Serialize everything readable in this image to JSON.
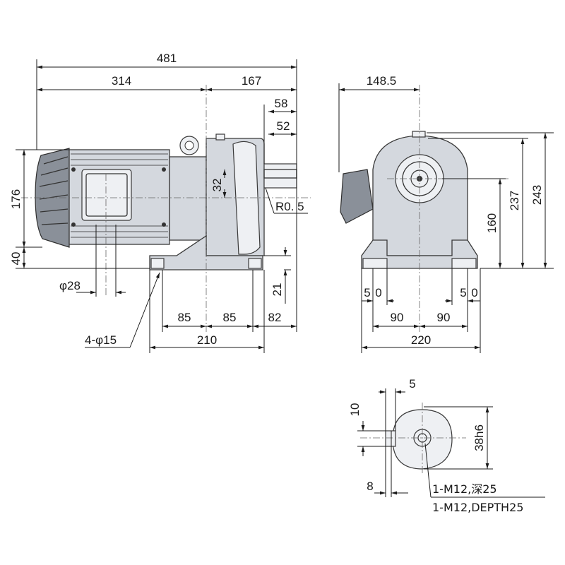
{
  "dimensions": {
    "overall_length": "481",
    "motor_length": "314",
    "gear_length": "167",
    "shaft_extension": "58",
    "key_length": "52",
    "motor_height": "176",
    "base_height": "40",
    "shaft_key_offset": "32",
    "fillet_radius": "R0. 5",
    "motor_flange_dia": "φ28",
    "base_thickness": "21",
    "hole_pitch_left": "85",
    "hole_pitch_right": "85",
    "base_end_to_shaft": "82",
    "mount_holes": "4-φ15",
    "base_length": "210",
    "half_width": "148.5",
    "total_height": "243",
    "top_height": "237",
    "shaft_center_height": "160",
    "foot_left": "5",
    "foot_left2": "0",
    "foot_right": "5",
    "foot_right2": "0",
    "hole_span_left": "90",
    "hole_span_right": "90",
    "base_width": "220",
    "key_width": "5",
    "key_height": "10",
    "shaft_diameter": "38h6",
    "shaft_step": "8",
    "tap_note_jp": "1-M12,深25",
    "tap_note_en": "1-M12,DEPTH25"
  }
}
